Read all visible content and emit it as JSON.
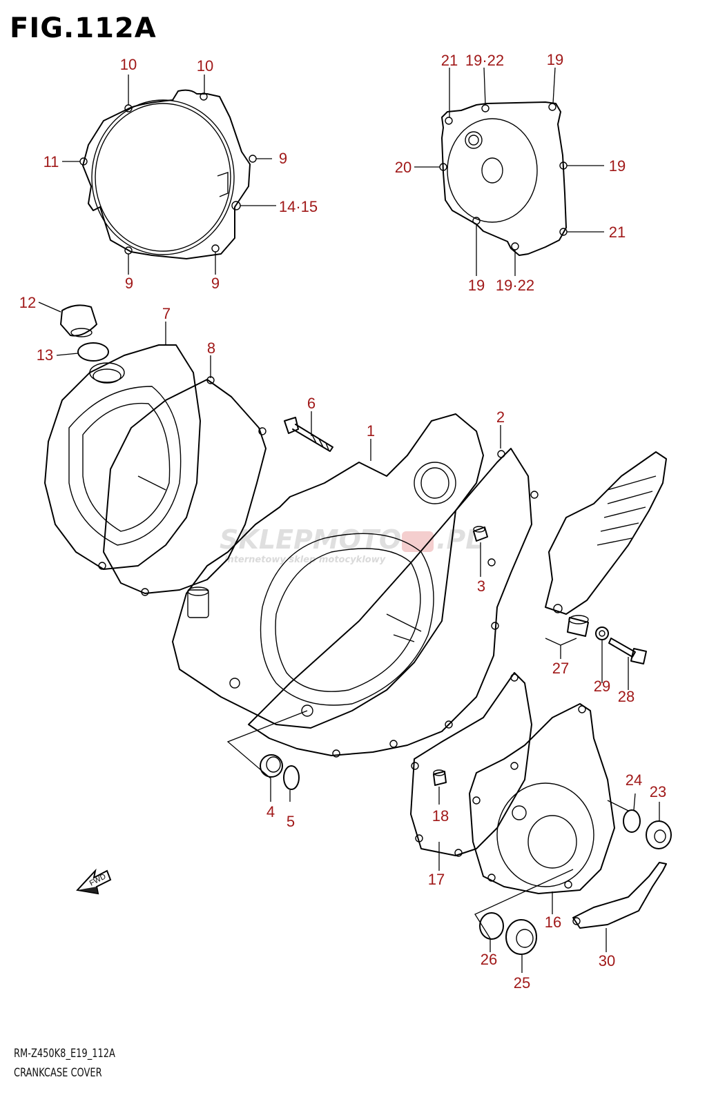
{
  "figure": {
    "title": "FIG.112A",
    "code": "RM-Z450K8_E19_112A",
    "name": "CRANKCASE COVER"
  },
  "watermark": {
    "brand": "SKLEPMOTO",
    "brand_tail": ".PL",
    "tagline": "internetowy sklep motocyklowy"
  },
  "fwd_label": "FWD",
  "colors": {
    "callout": "#a01818",
    "line": "#000000",
    "watermark": "#d8d8d8"
  },
  "callouts": {
    "c10a": "10",
    "c10b": "10",
    "c11": "11",
    "c9a": "9",
    "c1415": "14·15",
    "c9b": "9",
    "c9c": "9",
    "c21a": "21",
    "c1922a": "19·22",
    "c19a": "19",
    "c19b": "19",
    "c20": "20",
    "c21b": "21",
    "c19c": "19",
    "c1922b": "19·22",
    "c12": "12",
    "c13": "13",
    "c7": "7",
    "c8": "8",
    "c6": "6",
    "c1": "1",
    "c2": "2",
    "c3": "3",
    "c27": "27",
    "c29": "29",
    "c28": "28",
    "c4": "4",
    "c5": "5",
    "c18": "18",
    "c17": "17",
    "c24": "24",
    "c23": "23",
    "c16": "16",
    "c26": "26",
    "c25": "25",
    "c30": "30"
  }
}
